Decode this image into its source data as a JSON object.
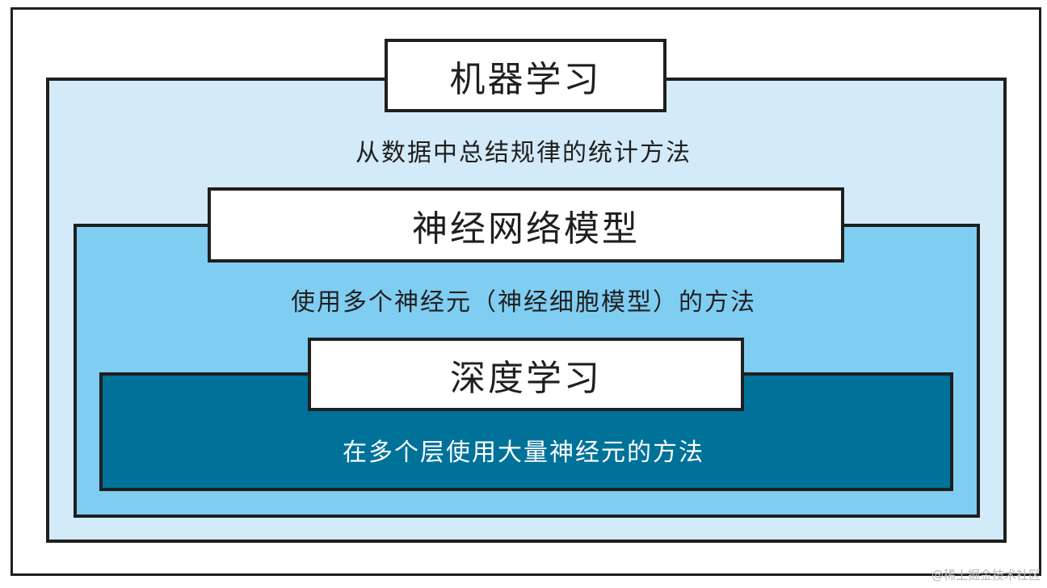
{
  "machine_learning": {
    "title": "机器学习",
    "description": "从数据中总结规律的统计方法",
    "fill_color": "#d3eaf8"
  },
  "neural_network": {
    "title": "神经网络模型",
    "description": "使用多个神经元（神经细胞模型）的方法",
    "fill_color": "#80cdf2"
  },
  "deep_learning": {
    "title": "深度学习",
    "description": "在多个层使用大量神经元的方法",
    "fill_color": "#00729a"
  },
  "watermark": "@稀土掘金技术社区"
}
